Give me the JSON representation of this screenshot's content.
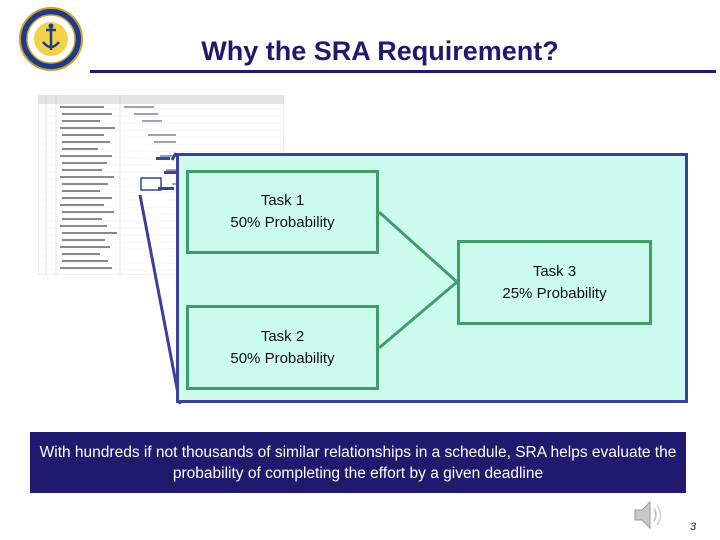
{
  "slide": {
    "title": "Why the SRA Requirement?",
    "banner_text": "With hundreds if not thousands of similar relationships in a schedule, SRA helps evaluate the probability of completing the effort by a given deadline",
    "page_number": "3"
  },
  "tasks": [
    {
      "name": "Task 1",
      "probability": "50% Probability"
    },
    {
      "name": "Task 2",
      "probability": "50% Probability"
    },
    {
      "name": "Task 3",
      "probability": "25% Probability"
    }
  ],
  "colors": {
    "title": "#1f1a6e",
    "callout_fill": "#ccfcee",
    "callout_border": "#3d3f9e",
    "task_border": "#3f9d6a",
    "banner_bg": "#1f1a6e"
  },
  "icons": {
    "logo": "navy-seal-logo-icon",
    "schedule": "gantt-schedule-thumbnail",
    "audio": "speaker-icon"
  }
}
